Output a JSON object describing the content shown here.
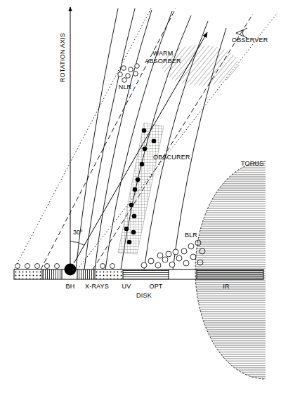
{
  "diagram": {
    "nodes": [
      {
        "text": [
          "OBSERVER"
        ]
      },
      {
        "text": [
          "WARM ABSORBER"
        ]
      },
      {
        "text": [
          "OBSCURER"
        ]
      },
      {
        "text": [
          "TORUS"
        ]
      },
      {
        "text": [
          "BH"
        ]
      }
    ],
    "edges": [
      {
        "from": 4,
        "to": 0,
        "arrow": "to"
      }
    ],
    "labels": [
      "ROTATION AXIS",
      "NLR",
      "BLR",
      "30°",
      "X-RAYS",
      "UV",
      "OPT",
      "IR",
      "DISK"
    ]
  }
}
